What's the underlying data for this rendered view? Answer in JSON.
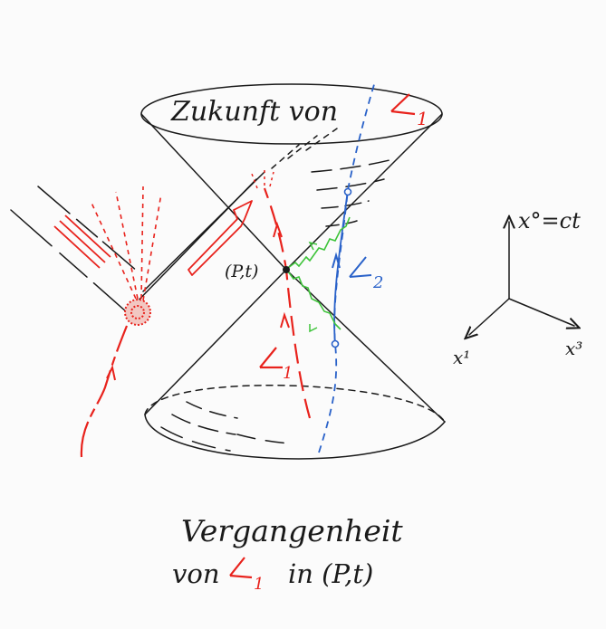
{
  "labels": {
    "future_prefix": "Zukunft von",
    "future_sub": "1",
    "event": "(P,t)",
    "observer1_sub": "1",
    "observer2_sub": "2",
    "past_line1": "Vergangenheit",
    "past_line2_a": "von",
    "past_line2_sub": "1",
    "past_line2_b": "in (P,t)",
    "axis_time": "x°=ct",
    "axis_x1": "x¹",
    "axis_x3": "x³"
  },
  "colors": {
    "ink": "#1a1a1a",
    "observer1": "#e8221c",
    "observer2": "#2a62c9",
    "signal": "#3fc43b",
    "paper": "#fbfbfb"
  },
  "icons": {
    "observer_symbol": "angle-glyph",
    "explosion": "spark-burst-icon",
    "arrow": "arrowhead-icon"
  }
}
